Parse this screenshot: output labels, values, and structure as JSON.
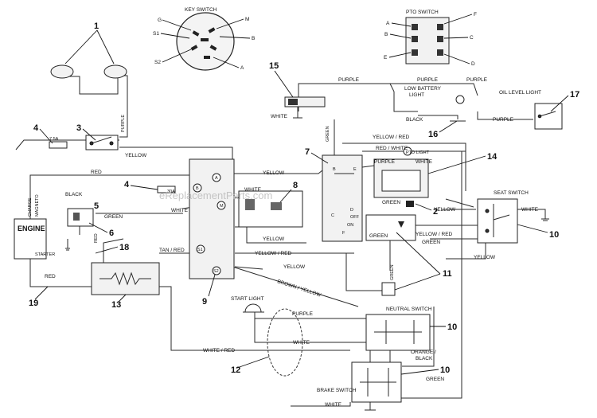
{
  "components": {
    "key_switch": {
      "title": "KEY SWITCH",
      "terminals": [
        "G",
        "M",
        "S1",
        "B",
        "S2",
        "A"
      ]
    },
    "pto_switch": {
      "title": "PTO SWITCH",
      "terminals": [
        "A",
        "F",
        "B",
        "C",
        "E",
        "D"
      ]
    },
    "engine": {
      "title": "ENGINE",
      "terminals": [
        "CHARGE",
        "MAGNETO",
        "STARTER"
      ]
    },
    "low_battery_light": "LOW BATTERY\nLIGHT",
    "oil_level_light": "OIL LEVEL LIGHT",
    "pto_light": "PTO LIGHT",
    "seat_switch": "SEAT SWITCH",
    "neutral_switch": "NEUTRAL SWITCH",
    "brake_switch": "BRAKE SWITCH",
    "start_light": "START LIGHT",
    "fuse_main": "7.5A",
    "fuse_secondary": "30A",
    "module_terminals": [
      "A",
      "B",
      "M",
      "S1",
      "S2"
    ],
    "relay_terminals": [
      "B",
      "E",
      "C",
      "D",
      "OFF",
      "ON",
      "F"
    ],
    "watermark": "eReplacementParts.com"
  },
  "wire_colors": {
    "purple": "PURPLE",
    "white": "WHITE",
    "black": "BLACK",
    "yellow": "YELLOW",
    "red": "RED",
    "green": "GREEN",
    "red_white": "RED / WHITE",
    "yellow_red": "YELLOW / RED",
    "tan_red": "TAN / RED",
    "brown_yellow": "BROWN / YELLOW",
    "white_red": "WHITE / RED",
    "orange_black": "ORANGE /\nBLACK"
  },
  "callouts": [
    "1",
    "2",
    "3",
    "4",
    "4",
    "5",
    "6",
    "7",
    "8",
    "9",
    "10",
    "10",
    "10",
    "11",
    "12",
    "13",
    "14",
    "15",
    "16",
    "17",
    "18",
    "19"
  ]
}
